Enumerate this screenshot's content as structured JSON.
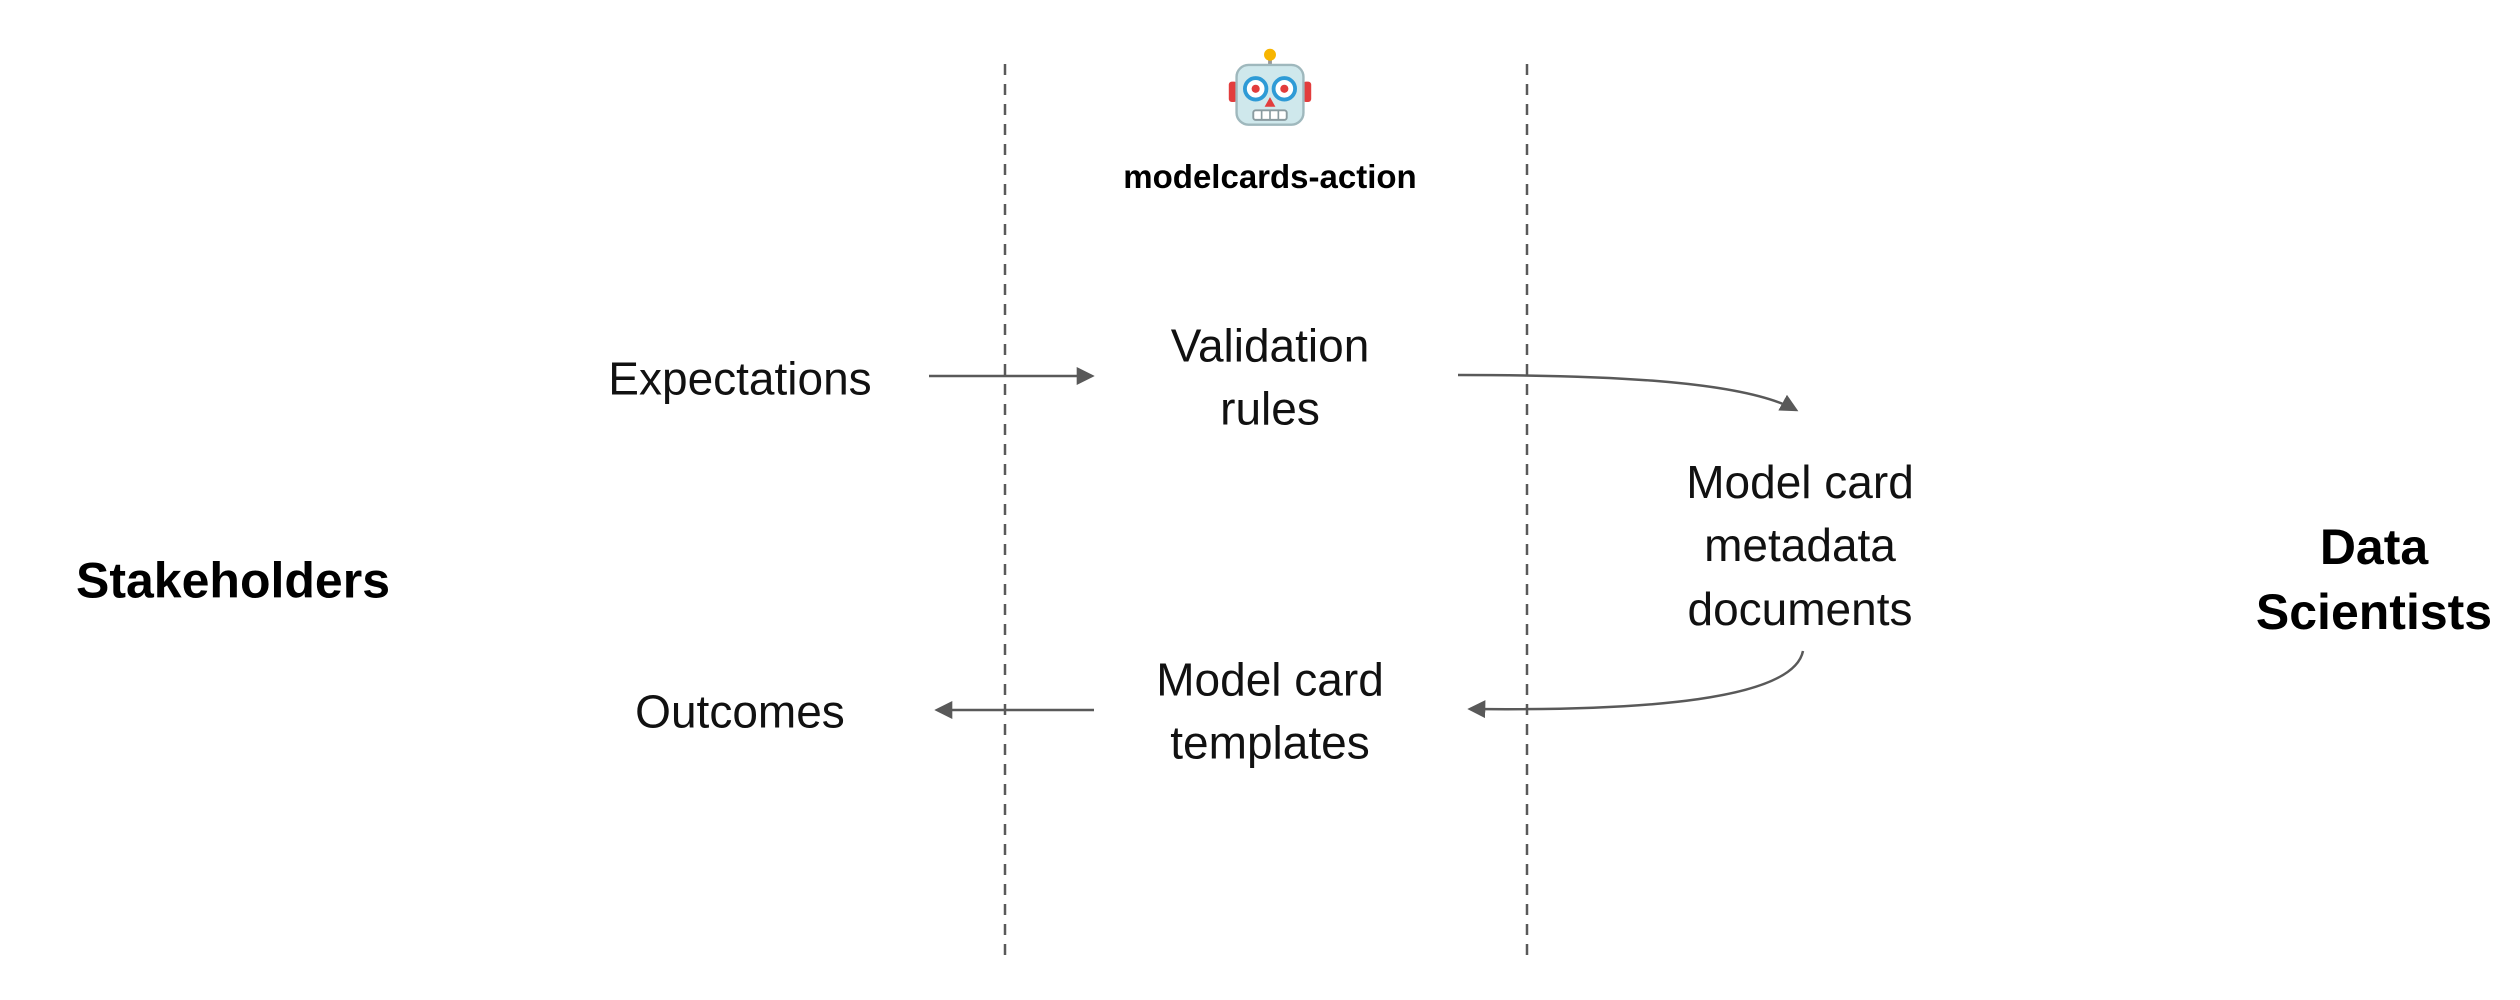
{
  "colors": {
    "line": "#595959",
    "text": "#111111",
    "robot_head": "#cfe8ec",
    "robot_antenna": "#f7b500",
    "robot_accent": "#e23d3d",
    "robot_eye_ring": "#2e9bd6"
  },
  "agent": {
    "icon": "robot-icon",
    "label": "modelcards-action"
  },
  "actors": {
    "left": "Stakeholders",
    "right": "Data\nScientists"
  },
  "nodes": {
    "expectations": "Expectations",
    "validation_rules": "Validation\nrules",
    "metadata_documents": "Model card\nmetadata\ndocuments",
    "templates": "Model card\ntemplates",
    "outcomes": "Outcomes"
  }
}
